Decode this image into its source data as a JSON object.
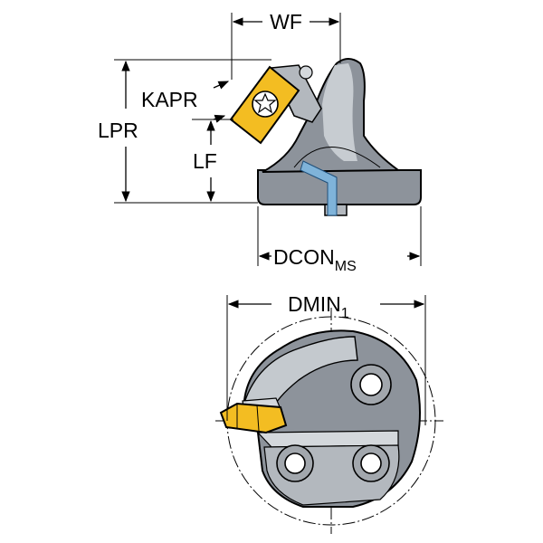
{
  "labels": {
    "wf": "WF",
    "kapr": "KAPR",
    "lpr": "LPR",
    "lf": "LF",
    "dcon_main": "DCON",
    "dcon_sub": "MS",
    "dmin_main": "DMIN",
    "dmin_sub": "1"
  },
  "colors": {
    "body": "#8d939b",
    "body_light": "#d4d8dc",
    "insert": "#f3bd22",
    "coolant": "#7fb3d9"
  },
  "icons": {
    "insert_screw": "torx-screw-icon"
  }
}
